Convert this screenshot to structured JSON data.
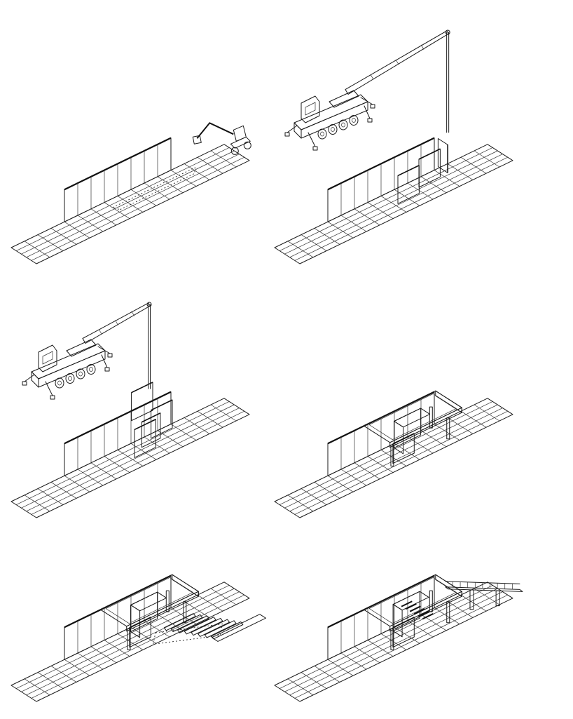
{
  "diagram": {
    "kind": "isometric construction sequence",
    "panel_count": 6,
    "colors": {
      "line": "#1a1a1a",
      "panel_fill": "#f1e2d6",
      "ground_fill": "#ffffff",
      "background": "#ffffff"
    },
    "steps": [
      {
        "step": 1,
        "elements": [
          "ground-grid",
          "retaining-wall",
          "excavation-trench",
          "excavator"
        ]
      },
      {
        "step": 2,
        "elements": [
          "ground-grid",
          "retaining-wall",
          "mobile-crane",
          "precast-panels"
        ]
      },
      {
        "step": 3,
        "elements": [
          "ground-grid",
          "retaining-wall",
          "mobile-crane",
          "precast-panels"
        ]
      },
      {
        "step": 4,
        "elements": [
          "ground-grid",
          "retaining-wall",
          "roof-slab",
          "columns",
          "open-shaft"
        ]
      },
      {
        "step": 5,
        "elements": [
          "ground-grid",
          "retaining-wall",
          "roof-slab",
          "stair-flight",
          "landing-slab"
        ]
      },
      {
        "step": 6,
        "elements": [
          "ground-grid",
          "retaining-wall",
          "roof-slab",
          "inner-stair",
          "ramp-bridge"
        ]
      }
    ]
  }
}
